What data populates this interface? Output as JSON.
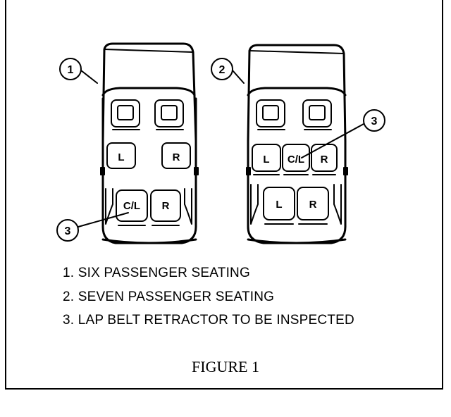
{
  "diagram": {
    "vehicles": [
      {
        "callout": "1",
        "rows": [
          {
            "seats": [
              "",
              ""
            ]
          },
          {
            "seats": [
              "L",
              "R"
            ]
          },
          {
            "seats": [
              "C/L",
              "R"
            ]
          }
        ]
      },
      {
        "callout": "2",
        "rows": [
          {
            "seats": [
              "",
              ""
            ]
          },
          {
            "seats": [
              "L",
              "C/L",
              "R"
            ]
          },
          {
            "seats": [
              "L",
              "R"
            ]
          }
        ]
      }
    ],
    "retractor_callout": "3"
  },
  "legend": [
    "1. SIX PASSENGER SEATING",
    "2. SEVEN PASSENGER SEATING",
    "3. LAP BELT RETRACTOR TO BE INSPECTED"
  ],
  "figure_title": "FIGURE 1",
  "colors": {
    "ink": "#000000",
    "paper": "#ffffff"
  }
}
